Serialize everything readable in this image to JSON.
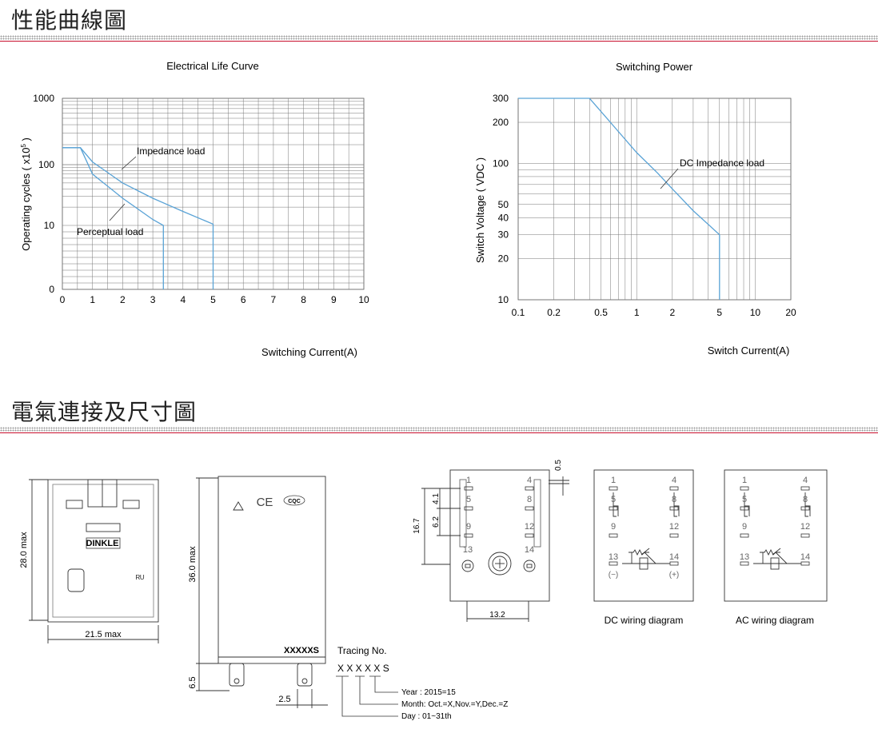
{
  "headers": {
    "performance": "性能曲線圖",
    "wiring": "電氣連接及尺寸圖"
  },
  "chart_data": [
    {
      "type": "line",
      "title": "Electrical Life Curve",
      "xlabel": "Switching Current(A)",
      "ylabel": "Operating cycles ( x10",
      "ylabel_sup": "5",
      "ylabel_end": " )",
      "x_ticks": [
        "0",
        "1",
        "2",
        "3",
        "4",
        "5",
        "6",
        "7",
        "8",
        "9",
        "10"
      ],
      "y_ticks": [
        "0",
        "10",
        "100",
        "1000"
      ],
      "xlim": [
        0,
        10
      ],
      "grid": true,
      "series": [
        {
          "name": "Impedance load",
          "x": [
            0,
            0.6,
            1.0,
            2.0,
            3.0,
            4.0,
            5.0,
            5.0
          ],
          "y": [
            180,
            180,
            110,
            50,
            28,
            17,
            10.5,
            0
          ]
        },
        {
          "name": "Perceptual load",
          "x": [
            0,
            0.6,
            1.0,
            2.0,
            3.0,
            3.35,
            3.35
          ],
          "y": [
            180,
            180,
            70,
            28,
            12.5,
            10,
            0
          ]
        }
      ]
    },
    {
      "type": "line",
      "title": "Switching Power",
      "xlabel": "Switch Current(A)",
      "ylabel": "Switch Voltage ( VDC )",
      "x_ticks": [
        "0.1",
        "0.2",
        "0.5",
        "1",
        "2",
        "5",
        "10",
        "20"
      ],
      "y_ticks": [
        "10",
        "20",
        "30",
        "40",
        "50",
        "100",
        "200",
        "300"
      ],
      "xlim": [
        0.1,
        20
      ],
      "ylim": [
        10,
        300
      ],
      "xscale": "log",
      "yscale": "log",
      "grid": true,
      "series": [
        {
          "name": "DC Impedance load",
          "x": [
            0.1,
            0.4,
            0.6,
            1,
            1.5,
            2,
            3,
            5,
            5
          ],
          "y": [
            300,
            300,
            200,
            120,
            85,
            65,
            45,
            30,
            10
          ]
        }
      ]
    }
  ],
  "dimensions": {
    "height_28": "28.0 max",
    "width_21": "21.5 max",
    "brand": "DINKLE",
    "height_36": "36.0 max",
    "code": "XXXXXS",
    "pin_65": "6.5",
    "pin_25": "2.5",
    "dim_05": "0.5",
    "dim_41": "4.1",
    "dim_62": "6.2",
    "dim_167": "16.7",
    "dim_132": "13.2"
  },
  "marks": {
    "cqc": "CQC",
    "ce": "CE"
  },
  "pins": [
    "1",
    "4",
    "5",
    "8",
    "9",
    "12",
    "13",
    "14"
  ],
  "polarity": {
    "minus": "(−)",
    "plus": "(+)"
  },
  "wiring": {
    "dc_label": "DC wiring diagram",
    "ac_label": "AC wiring diagram"
  },
  "tracing": {
    "title": "Tracing No.",
    "code": "X X X X X S",
    "year": "Year   :  2015=15",
    "month": "Month:  Oct.=X,Nov.=Y,Dec.=Z",
    "day": "Day   :  01~31th"
  }
}
